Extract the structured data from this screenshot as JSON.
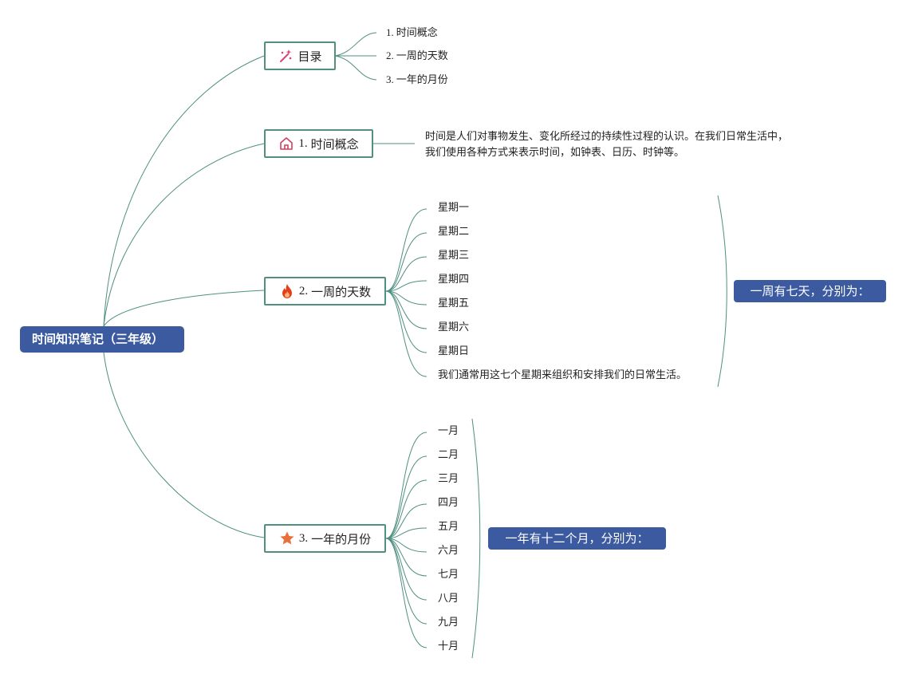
{
  "root": {
    "label": "时间知识笔记（三年级）"
  },
  "toc": {
    "label": "目录",
    "items": [
      {
        "num": "1.",
        "text": "时间概念"
      },
      {
        "num": "2.",
        "text": "一周的天数"
      },
      {
        "num": "3.",
        "text": "一年的月份"
      }
    ]
  },
  "concept": {
    "num": "1.",
    "label": "时间概念",
    "lines": [
      "时间是人们对事物发生、变化所经过的持续性过程的认识。在我们日常生活中，",
      "我们使用各种方式来表示时间，如钟表、日历、时钟等。"
    ]
  },
  "week": {
    "num": "2.",
    "label": "一周的天数",
    "items": [
      "星期一",
      "星期二",
      "星期三",
      "星期四",
      "星期五",
      "星期六",
      "星期日",
      "我们通常用这七个星期来组织和安排我们的日常生活。"
    ],
    "summary": "一周有七天，分别为："
  },
  "months": {
    "num": "3.",
    "label": "一年的月份",
    "items": [
      "一月",
      "二月",
      "三月",
      "四月",
      "五月",
      "六月",
      "七月",
      "八月",
      "九月",
      "十月"
    ],
    "summary": "一年有十二个月，分别为："
  },
  "colors": {
    "line": "#4f9080",
    "summary_bg": "#3c5aa0",
    "toc_icon": "#e0407a",
    "house_icon": "#d04060",
    "fire_icon": "#e0401a",
    "star_icon": "#e8703a"
  },
  "icons": {
    "toc": "magic-wand-icon",
    "concept": "house-icon",
    "week": "fire-icon",
    "months": "star-icon"
  }
}
